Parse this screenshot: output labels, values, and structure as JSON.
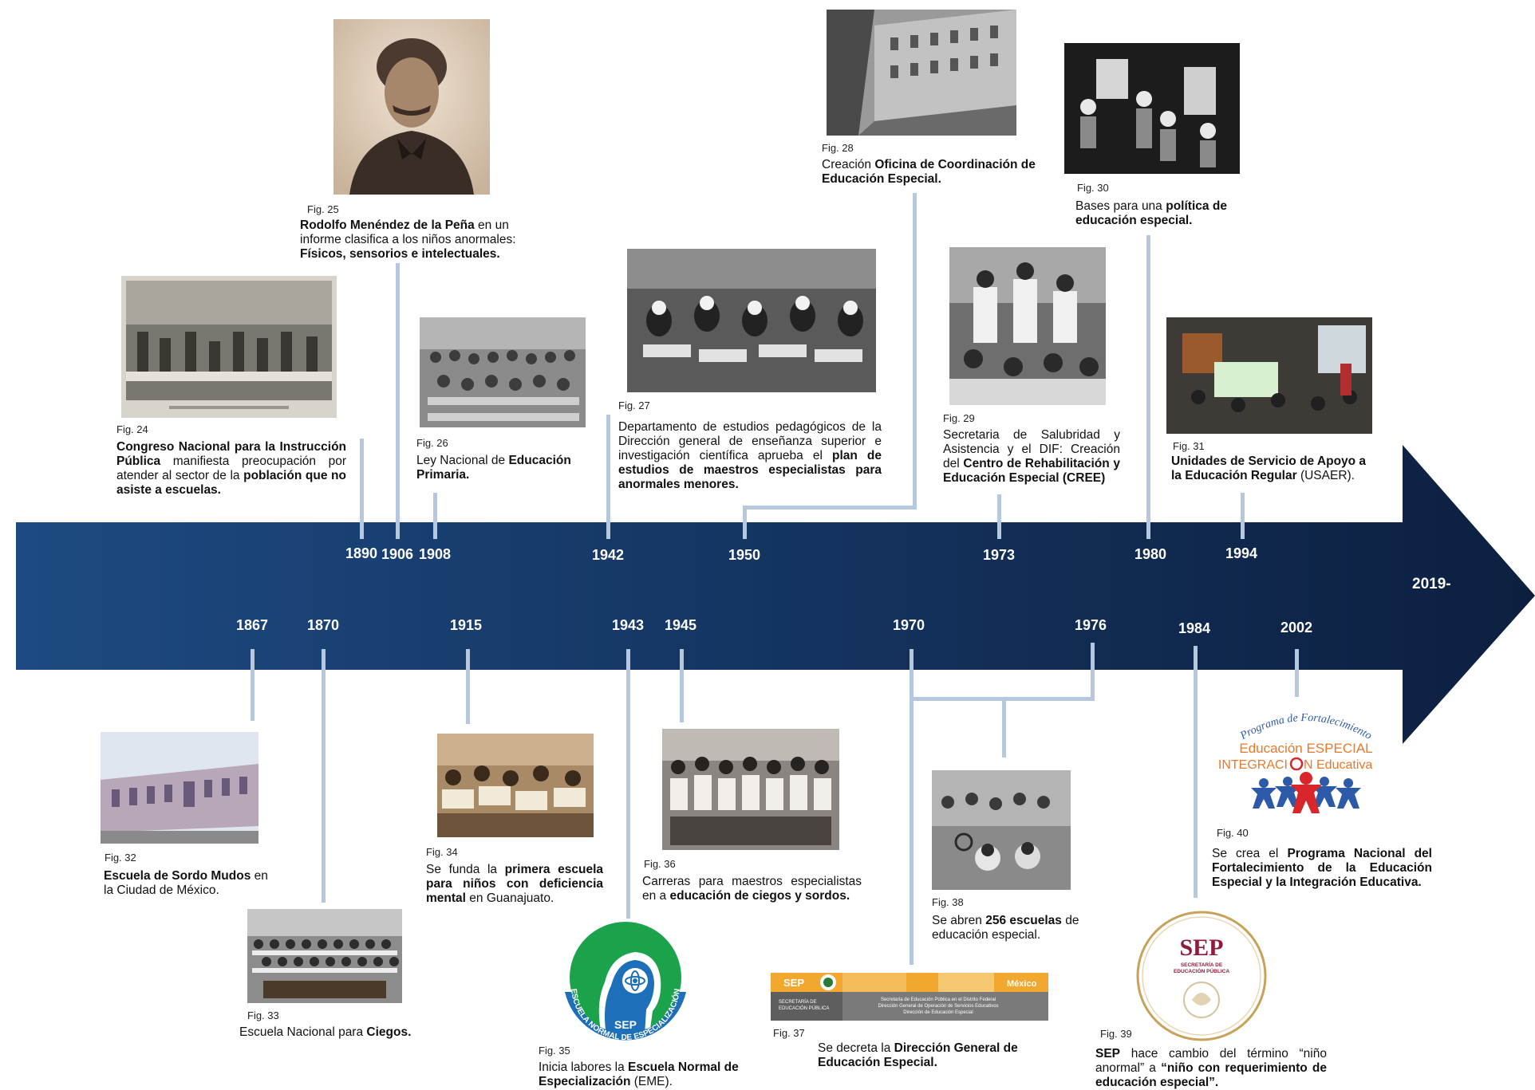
{
  "colors": {
    "band_start": "#1d4a82",
    "band_end": "#0c1f3f",
    "connector": "#b6c7e0",
    "eme_green": "#1aa34a",
    "eme_blue": "#1c6fb8",
    "sep_maroon": "#8e1d3b",
    "sep_gold": "#c9a25a",
    "sep_bar_orange": "#f2a72e",
    "pfei_orange": "#e8792a",
    "pfei_blue": "#2d5aa8",
    "pfei_red": "#d8262b"
  },
  "timeline": {
    "top_years": [
      "1890",
      "1906",
      "1908",
      "1942",
      "1950",
      "1973",
      "1980",
      "1994"
    ],
    "bottom_years": [
      "1867",
      "1870",
      "1915",
      "1943",
      "1945",
      "1970",
      "1976",
      "1984",
      "2002"
    ],
    "final_year": "2019-"
  },
  "events": {
    "e1890": {
      "fig": "Fig. 24",
      "parts": [
        {
          "t": "Congreso Nacional para la Instrucción Pública",
          "b": true
        },
        {
          "t": " manifiesta preocupación por atender al sector de la ",
          "b": false
        },
        {
          "t": "población que no asiste a escuelas.",
          "b": true
        }
      ]
    },
    "e1906": {
      "fig": "Fig. 25",
      "parts": [
        {
          "t": "Rodolfo Menéndez de la Peña",
          "b": true
        },
        {
          "t": " en un informe clasifica a los niños anormales: ",
          "b": false
        },
        {
          "t": "Físicos, sensorios e intelectuales.",
          "b": true
        }
      ]
    },
    "e1908": {
      "fig": "Fig. 26",
      "parts": [
        {
          "t": "Ley Nacional de ",
          "b": false
        },
        {
          "t": "Educación Primaria.",
          "b": true
        }
      ]
    },
    "e1942": {
      "fig": "Fig. 27",
      "parts": [
        {
          "t": "Departamento de estudios pedagógicos de la Dirección general de enseñanza superior e investigación científica aprueba el ",
          "b": false
        },
        {
          "t": "plan de estudios de maestros especialistas para anormales menores.",
          "b": true
        }
      ]
    },
    "e1950": {
      "fig": "Fig. 28",
      "parts": [
        {
          "t": "Creación ",
          "b": false
        },
        {
          "t": "Oficina de Coordinación de Educación Especial.",
          "b": true
        }
      ]
    },
    "e1973": {
      "fig": "Fig. 29",
      "parts": [
        {
          "t": "Secretaria de Salubridad y Asistencia y el DIF: Creación del ",
          "b": false
        },
        {
          "t": "Centro de Rehabilitación y Educación Especial (CREE)",
          "b": true
        }
      ]
    },
    "e1980": {
      "fig": "Fig. 30",
      "parts": [
        {
          "t": "Bases para una ",
          "b": false
        },
        {
          "t": "política de educación especial.",
          "b": true
        }
      ]
    },
    "e1994": {
      "fig": "Fig. 31",
      "parts": [
        {
          "t": "Unidades de Servicio de Apoyo a la Educación Regular",
          "b": true
        },
        {
          "t": " (USAER).",
          "b": false
        }
      ]
    },
    "e1867": {
      "fig": "Fig. 32",
      "parts": [
        {
          "t": "Escuela de Sordo Mudos",
          "b": true
        },
        {
          "t": " en la Ciudad de México.",
          "b": false
        }
      ]
    },
    "e1870": {
      "fig": "Fig. 33",
      "parts": [
        {
          "t": "Escuela Nacional para ",
          "b": false
        },
        {
          "t": "Ciegos.",
          "b": true
        }
      ]
    },
    "e1915": {
      "fig": "Fig. 34",
      "parts": [
        {
          "t": "Se funda la ",
          "b": false
        },
        {
          "t": "primera escuela para niños con deficiencia mental",
          "b": true
        },
        {
          "t": " en Guanajuato.",
          "b": false
        }
      ]
    },
    "e1943": {
      "fig": "Fig. 35",
      "parts": [
        {
          "t": "Inicia labores la ",
          "b": false
        },
        {
          "t": "Escuela Normal de Especialización",
          "b": true
        },
        {
          "t": " (EME).",
          "b": false
        }
      ]
    },
    "e1945": {
      "fig": "Fig. 36",
      "parts": [
        {
          "t": "Carreras para maestros especialistas en a ",
          "b": false
        },
        {
          "t": "educación de ciegos y sordos.",
          "b": true
        }
      ]
    },
    "e1970": {
      "fig": "Fig. 37",
      "parts": [
        {
          "t": "Se decreta la ",
          "b": false
        },
        {
          "t": "Dirección General de Educación Especial.",
          "b": true
        }
      ]
    },
    "e1976": {
      "fig": "Fig. 38",
      "parts": [
        {
          "t": "Se abren ",
          "b": false
        },
        {
          "t": "256 escuelas",
          "b": true
        },
        {
          "t": " de educación especial.",
          "b": false
        }
      ]
    },
    "e1984": {
      "fig": "Fig. 39",
      "parts": [
        {
          "t": "SEP",
          "b": true
        },
        {
          "t": " hace cambio del término “niño anormal” a ",
          "b": false
        },
        {
          "t": "“niño con requerimiento de educación especial”.",
          "b": true
        }
      ]
    },
    "e2002": {
      "fig": "Fig. 40",
      "parts": [
        {
          "t": "Se crea el ",
          "b": false
        },
        {
          "t": "Programa Nacional del Fortalecimiento de la Educación Especial y la Integración Educativa.",
          "b": true
        }
      ]
    }
  },
  "logos": {
    "eme_ring": "ESCUELA NORMAL DE ESPECIALIZACIÓN",
    "eme_sep": "SEP",
    "sep_seal_name": "SEP",
    "sep_seal_sub1": "SECRETARÍA DE",
    "sep_seal_sub2": "EDUCACIÓN PÚBLICA",
    "sep_bar_name": "SEP",
    "sep_bar_sub1": "SECRETARÍA DE",
    "sep_bar_sub2": "EDUCACIÓN PÚBLICA",
    "sep_bar_country": "México",
    "sep_bar_line1": "Secretaría de Educación Pública en el Distrito Federal",
    "sep_bar_line2": "Dirección General de Operación de Servicios Educativos",
    "sep_bar_line3": "Dirección de Educación Especial",
    "pfei_arc": "Programa de Fortalecimiento",
    "pfei_line1": "Educación ESPECIAL",
    "pfei_line2a": "INTEGRACI",
    "pfei_line2b": "N Educativa"
  }
}
